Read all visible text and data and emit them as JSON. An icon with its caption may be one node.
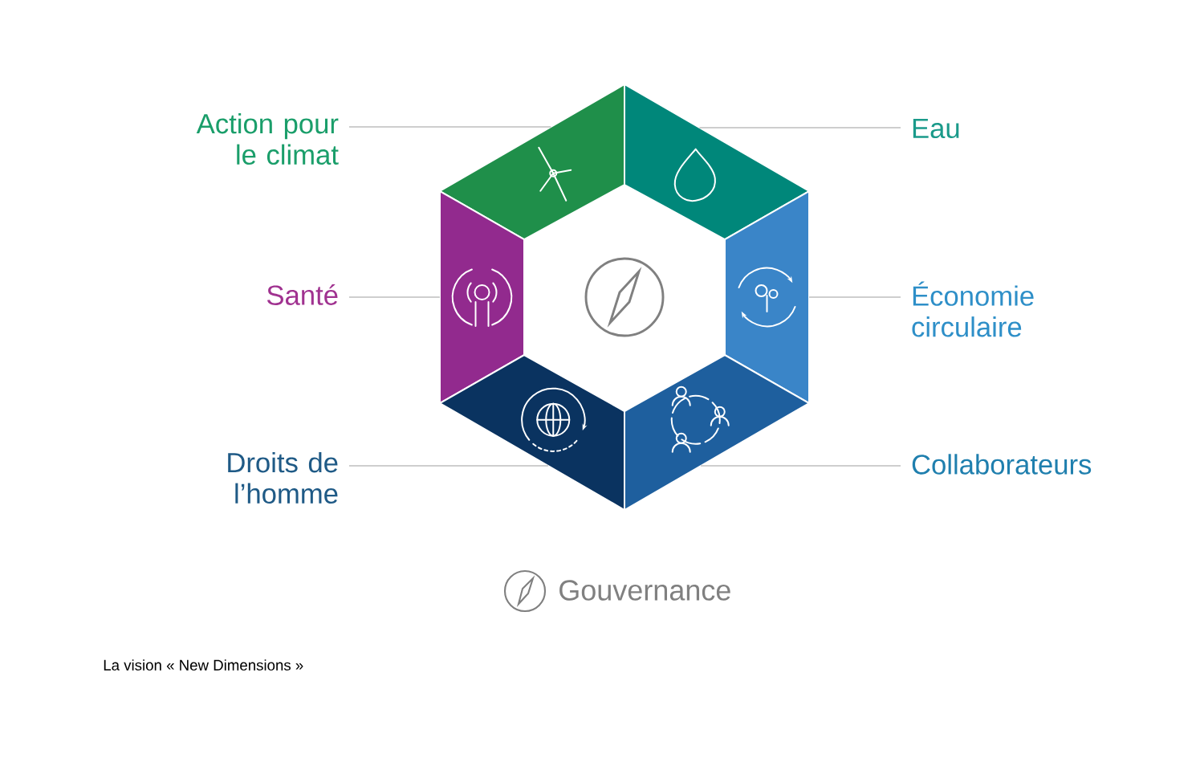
{
  "diagram": {
    "caption": "La vision « New Dimensions »",
    "nodes": [
      {
        "text": [
          "Action pour le climat"
        ]
      },
      {
        "text": [],
        "shape": "trapezoid"
      },
      {
        "text": [],
        "shape": "trapezoid"
      },
      {
        "text": [
          "Eau"
        ]
      },
      {
        "text": [
          "Santé"
        ]
      },
      {
        "text": [],
        "shape": "trapezoid"
      },
      {
        "text": [],
        "shape": "trapezoid"
      },
      {
        "text": [
          "Économie circulaire"
        ]
      },
      {
        "text": [
          "Droits de l’homme"
        ]
      },
      {
        "text": [],
        "shape": "trapezoid"
      },
      {
        "text": [],
        "shape": "trapezoid"
      },
      {
        "text": [
          "Collaborateurs"
        ]
      }
    ],
    "edges": [
      {
        "from": 0,
        "to": 1,
        "arrow": "none"
      },
      {
        "from": 3,
        "to": 2,
        "arrow": "none"
      },
      {
        "from": 4,
        "to": 5,
        "arrow": "none"
      },
      {
        "from": 7,
        "to": 6,
        "arrow": "none"
      },
      {
        "from": 8,
        "to": 9,
        "arrow": "none"
      },
      {
        "from": 11,
        "to": 10,
        "arrow": "none"
      }
    ],
    "labels": [
      "Gouvernance"
    ]
  }
}
